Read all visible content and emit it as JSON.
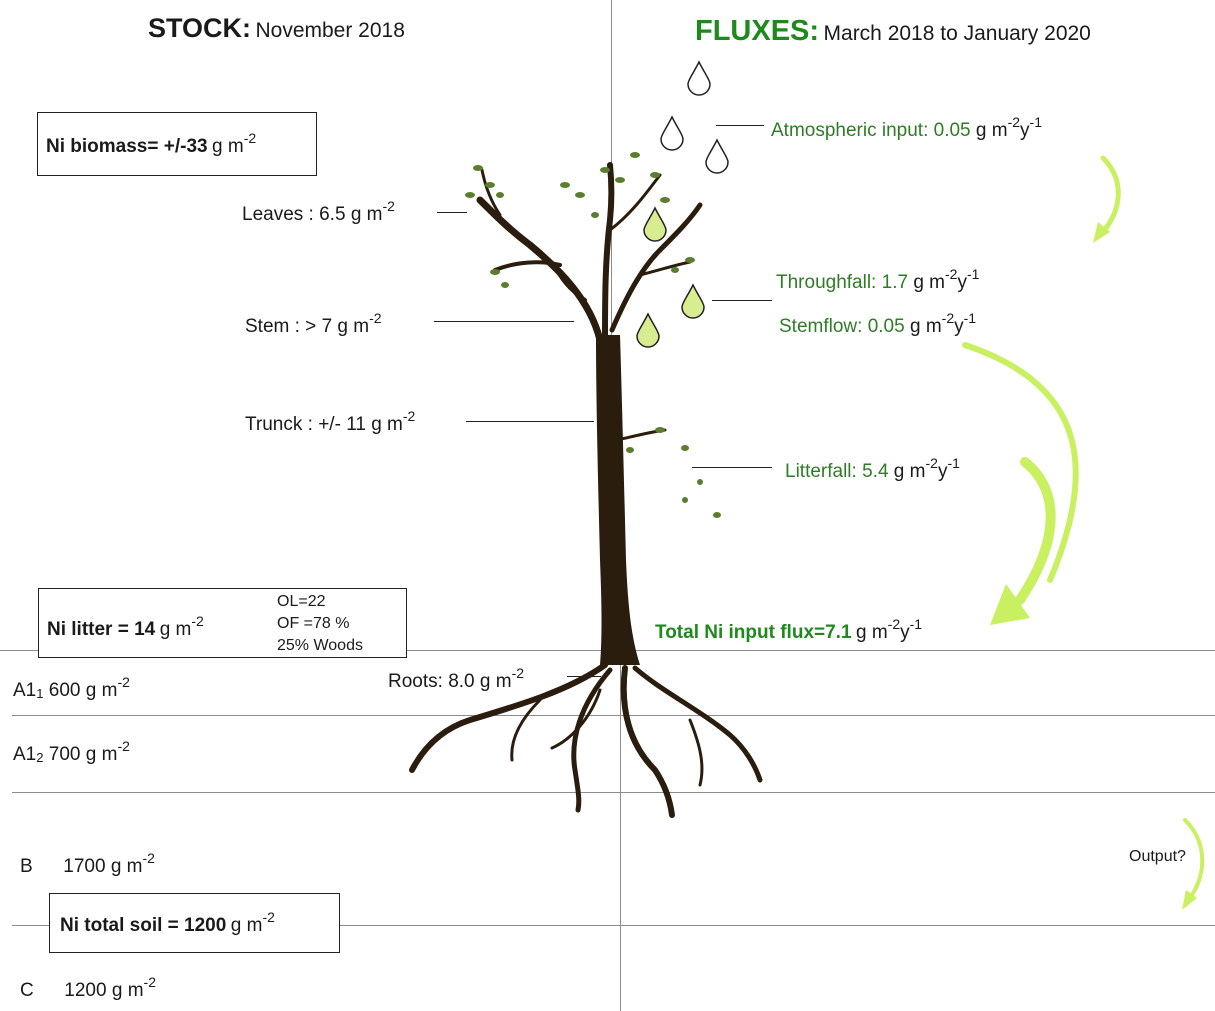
{
  "stock": {
    "heading": "STOCK:",
    "date": "November 2018",
    "biomass": {
      "label": "Ni biomass= +/-33",
      "unit": "g m",
      "exp": "-2"
    },
    "leaves": {
      "label": "Leaves :",
      "value": "6.5",
      "unit": "g m",
      "exp": "-2"
    },
    "stem": {
      "label": "Stem : >",
      "value": "7",
      "unit": "g m",
      "exp": "-2"
    },
    "trunk": {
      "label": "Trunck : +/-",
      "value": "11",
      "unit": "g m",
      "exp": "-2"
    },
    "roots": {
      "label": "Roots:",
      "value": "8.0",
      "unit": "g m",
      "exp": "-2"
    },
    "litter": {
      "label": "Ni litter = 14",
      "unit": "g m",
      "exp": "-2",
      "ol": "OL=22",
      "of": "OF =78 %",
      "woods": "25% Woods"
    },
    "soil_total": {
      "label": "Ni total soil = 1200",
      "unit": "g m",
      "exp": "-2"
    },
    "horizons": [
      {
        "name": "A1",
        "sub": "1",
        "value": "600",
        "unit": "g m",
        "exp": "-2"
      },
      {
        "name": "A1",
        "sub": "2",
        "value": "700",
        "unit": "g m",
        "exp": "-2"
      },
      {
        "name": "B",
        "sub": "",
        "value": "1700",
        "unit": "g m",
        "exp": "-2"
      },
      {
        "name": "C",
        "sub": "",
        "value": "1200",
        "unit": "g m",
        "exp": "-2"
      }
    ]
  },
  "fluxes": {
    "heading": "FLUXES:",
    "date": "March 2018 to January 2020",
    "atmospheric": {
      "label": "Atmospheric input:",
      "value": "0.05",
      "unit": "g m",
      "e1": "-2",
      "y": "y",
      "e2": "-1"
    },
    "throughfall": {
      "label": "Throughfall:",
      "value": "1.7",
      "unit": "g m",
      "e1": "-2",
      "y": "y",
      "e2": "-1"
    },
    "stemflow": {
      "label": "Stemflow:",
      "value": "0.05",
      "unit": "g m",
      "e1": "-2",
      "y": "y",
      "e2": "-1"
    },
    "litterfall": {
      "label": "Litterfall:",
      "value": "5.4",
      "unit": "g m",
      "e1": "-2",
      "y": "y",
      "e2": "-1"
    },
    "total": {
      "label": "Total Ni input flux=7.1",
      "unit": "g m",
      "e1": "-2",
      "y": "y",
      "e2": "-1"
    },
    "output": "Output?"
  },
  "colors": {
    "flux_text": "#2e7d25",
    "heading_green": "#1f8a1c",
    "arrow_green": "#c8f060",
    "tree": "#2b1d0e",
    "leaf": "#5b7d2e"
  }
}
